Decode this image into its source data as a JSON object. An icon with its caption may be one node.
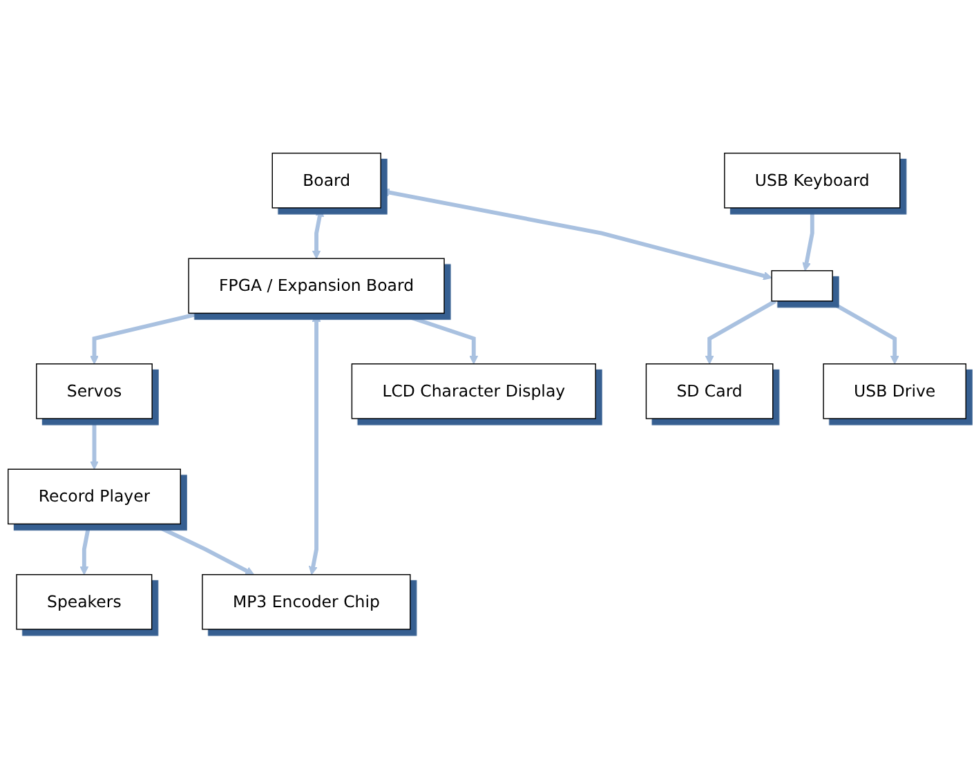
{
  "diagram": {
    "nodes": [
      {
        "text": [
          "Speakers"
        ]
      },
      {
        "text": [
          "Record Player"
        ]
      },
      {
        "text": [
          "MP3 Encoder Chip"
        ]
      },
      {
        "text": [
          "Servos"
        ]
      },
      {
        "text": [
          "Board"
        ]
      },
      {
        "text": [
          "FPGA / Expansion Board"
        ]
      },
      {
        "text": [],
        "shape": "box"
      },
      {
        "text": [
          "LCD Character Display"
        ]
      },
      {
        "text": [
          "USB Keyboard"
        ]
      },
      {
        "text": [
          "SD Card"
        ]
      },
      {
        "text": [
          "USB Drive"
        ]
      }
    ],
    "edges": [
      {
        "from": 1,
        "to": 0,
        "arrow": "to"
      },
      {
        "from": 1,
        "to": 2,
        "arrow": "to"
      },
      {
        "from": 3,
        "to": 1,
        "arrow": "to"
      },
      {
        "from": 5,
        "to": 3,
        "arrow": "to"
      },
      {
        "from": 5,
        "to": 2,
        "arrow": "both"
      },
      {
        "from": 4,
        "to": 5,
        "arrow": "both"
      },
      {
        "from": 4,
        "to": 6,
        "arrow": "both"
      },
      {
        "from": 5,
        "to": 7,
        "arrow": "to"
      },
      {
        "from": 8,
        "to": 6,
        "arrow": "to"
      },
      {
        "from": 6,
        "to": 9,
        "arrow": "to"
      },
      {
        "from": 6,
        "to": 10,
        "arrow": "to"
      }
    ]
  }
}
